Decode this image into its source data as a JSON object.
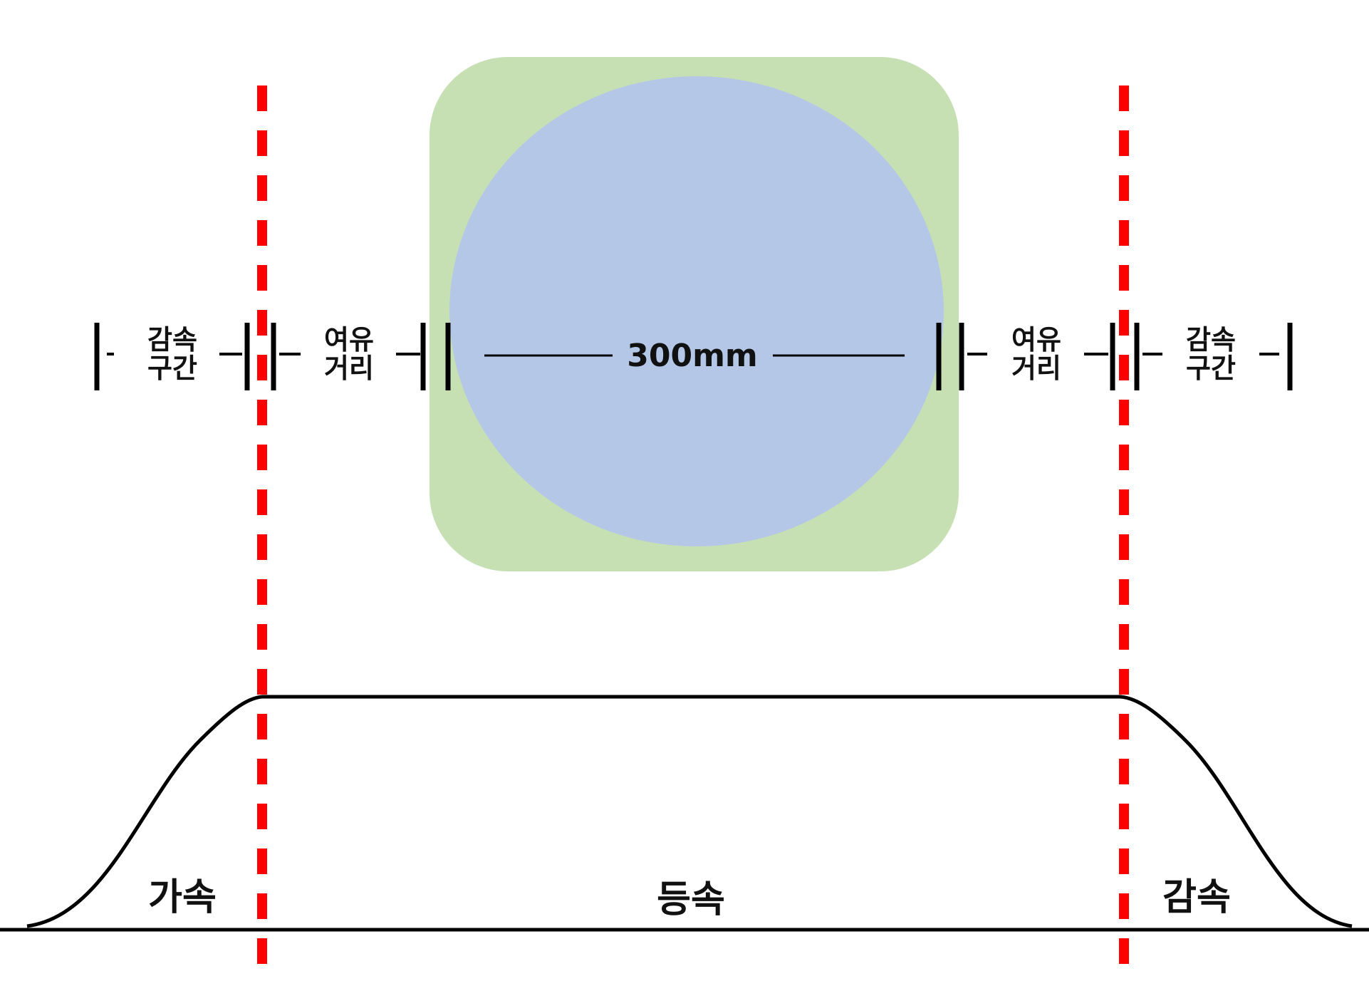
{
  "colors": {
    "wafer_square": "#c6e0b4",
    "wafer_circle": "#b4c7e7",
    "boundary": "#ff0000",
    "line": "#000000"
  },
  "dimension": {
    "decel_left": [
      "감속",
      "구간"
    ],
    "margin_left": [
      "여유",
      "거리"
    ],
    "center": "300mm",
    "margin_right": [
      "여유",
      "거리"
    ],
    "decel_right": [
      "감속",
      "구간"
    ]
  },
  "profile": {
    "accel": "가속",
    "constant": "등속",
    "decel": "감속"
  }
}
